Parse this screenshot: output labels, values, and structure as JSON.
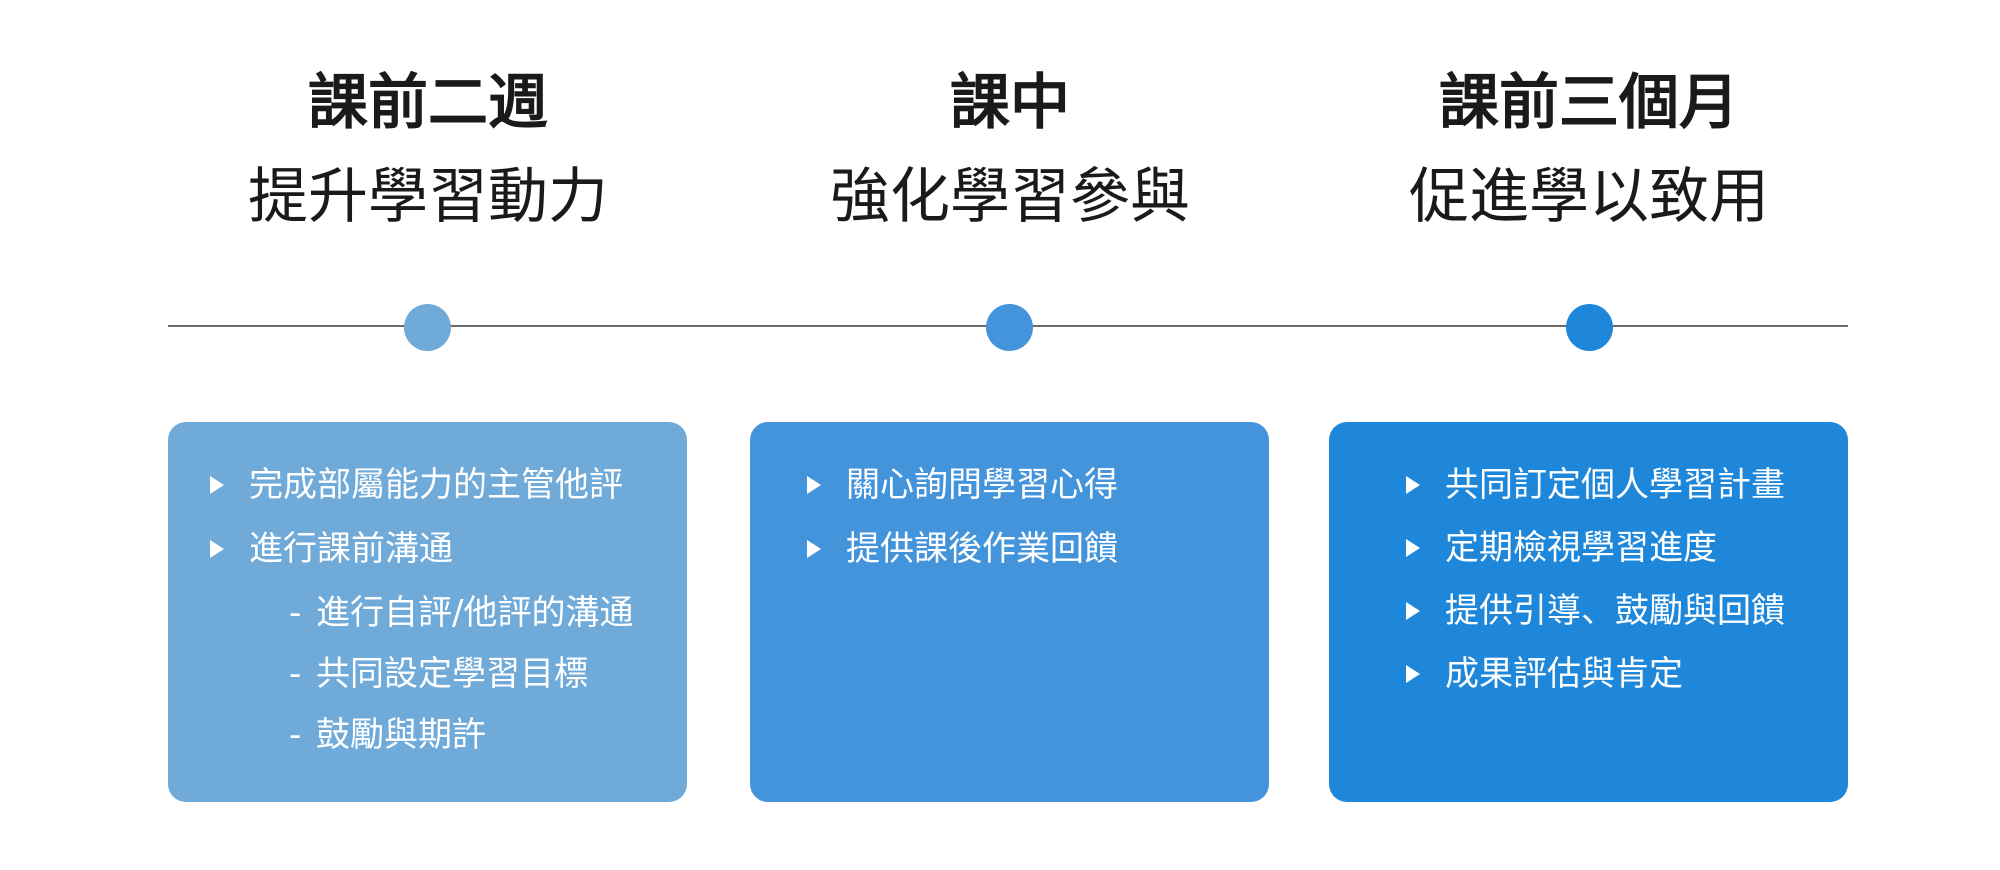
{
  "stages": [
    {
      "title": "課前二週",
      "subtitle": "提升學習動力",
      "color": "#6faad8",
      "items": [
        {
          "text": "完成部屬能力的主管他評",
          "sub": []
        },
        {
          "text": "進行課前溝通",
          "sub": [
            "進行自評/他評的溝通",
            "共同設定學習目標",
            "鼓勵與期許"
          ]
        }
      ]
    },
    {
      "title": "課中",
      "subtitle": "強化學習參與",
      "color": "#4494dc",
      "items": [
        {
          "text": "關心詢問學習心得",
          "sub": []
        },
        {
          "text": "提供課後作業回饋",
          "sub": []
        }
      ]
    },
    {
      "title": "課前三個月",
      "subtitle": "促進學以致用",
      "color": "#1e87da",
      "items": [
        {
          "text": "共同訂定個人學習計畫",
          "sub": []
        },
        {
          "text": "定期檢視學習進度",
          "sub": []
        },
        {
          "text": "提供引導、鼓勵與回饋",
          "sub": []
        },
        {
          "text": "成果評估與肯定",
          "sub": []
        }
      ]
    }
  ],
  "sub_marker": "-",
  "line_color": "#6b6b6b"
}
